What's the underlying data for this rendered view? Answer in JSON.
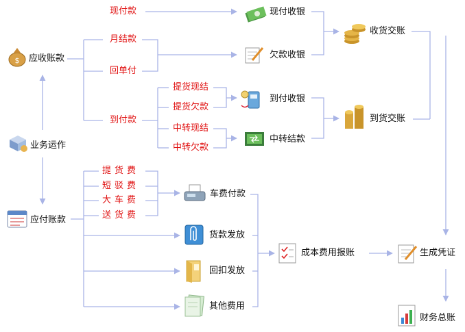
{
  "nodes": {
    "ar": "应收账款",
    "ops": "业务运作",
    "ap": "应付账款",
    "cash_collect": "现付收银",
    "owe_collect": "欠款收银",
    "cod_collect": "到付收银",
    "transfer_settle": "中转结款",
    "receive_reconcile": "收货交账",
    "arrive_reconcile": "到货交账",
    "vehicle_pay": "车费付款",
    "goods_payout": "货款发放",
    "rebate_payout": "回扣发放",
    "other_costs": "其他费用",
    "cost_reimburse": "成本费用报账",
    "gen_voucher": "生成凭证",
    "ledger": "财务总账"
  },
  "payment_types": {
    "cash": "现付款",
    "monthly": "月结款",
    "receipt": "回单付",
    "cod": "到付款",
    "pickup_cash": "提货现结",
    "pickup_owe": "提货欠款",
    "transfer_cash": "中转现结",
    "transfer_owe": "中转欠款"
  },
  "fees": {
    "pickup": "提货费",
    "short_haul": "短驳费",
    "truck": "大车费",
    "delivery": "送货费"
  },
  "colors": {
    "connector": "#a9b4e6",
    "label_red": "#e01010"
  }
}
